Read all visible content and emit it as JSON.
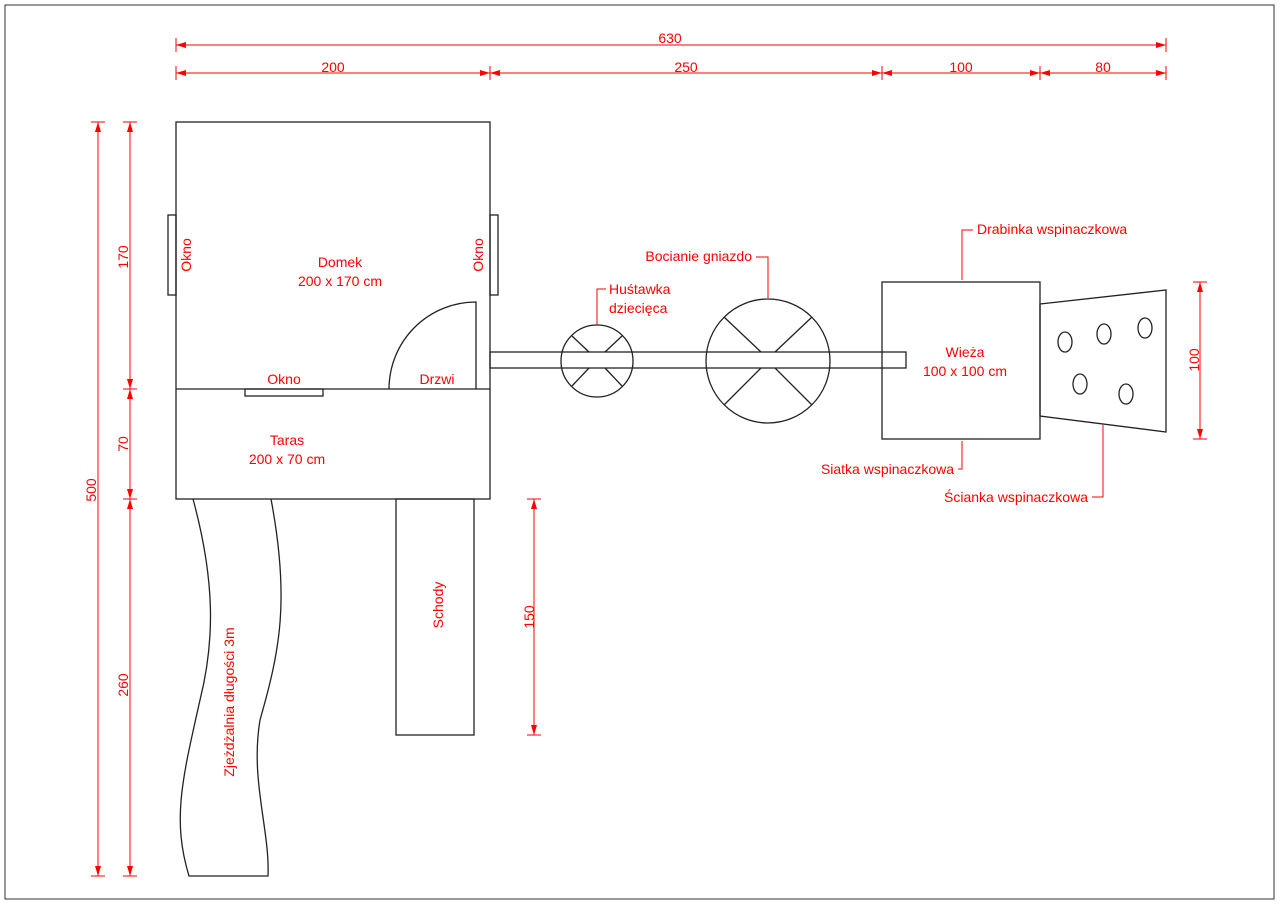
{
  "colors": {
    "dimension": "#ff0000",
    "outline": "#222222"
  },
  "dimensions": {
    "total_width": "630",
    "house_width": "200",
    "beam_length": "250",
    "tower_width": "100",
    "wall_width": "80",
    "total_height": "500",
    "house_height": "170",
    "terrace_height": "70",
    "slide_height": "260",
    "stairs_length": "150",
    "wall_height": "100"
  },
  "labels": {
    "window_left": "Okno",
    "window_right": "Okno",
    "window_bottom": "Okno",
    "door": "Drzwi",
    "house_name": "Domek",
    "house_size": "200 x 170 cm",
    "terrace_name": "Taras",
    "terrace_size": "200 x 70 cm",
    "slide": "Zjeżdżalnia długości 3m",
    "stairs": "Schody",
    "swing_line1": "Huśtawka",
    "swing_line2": "dziecięca",
    "stork_nest": "Bocianie gniazdo",
    "tower_name": "Wieża",
    "tower_size": "100 x 100 cm",
    "ladder": "Drabinka wspinaczkowa",
    "net": "Siatka wspinaczkowa",
    "wall": "Ścianka wspinaczkowa"
  }
}
